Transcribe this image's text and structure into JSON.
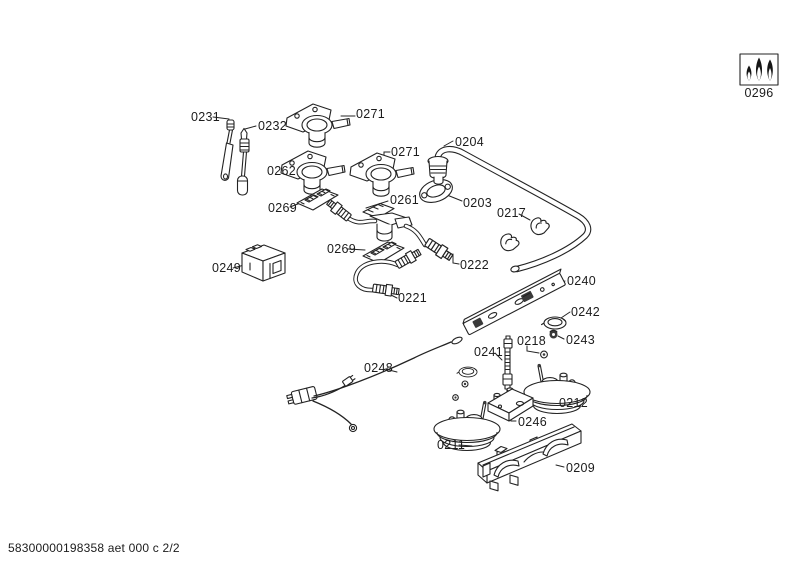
{
  "document": {
    "footer_text": "58300000198358 aet 000 c 2/2",
    "background_color": "#ffffff",
    "ink_color": "#1c1c1c"
  },
  "flame_badge": {
    "label": "0296",
    "icon": "gas-flames-icon"
  },
  "callouts": [
    {
      "part": "0231"
    },
    {
      "part": "0232"
    },
    {
      "part": "0271"
    },
    {
      "part": "0271"
    },
    {
      "part": "0204"
    },
    {
      "part": "0262"
    },
    {
      "part": "0261"
    },
    {
      "part": "0203"
    },
    {
      "part": "0269"
    },
    {
      "part": "0217"
    },
    {
      "part": "0269"
    },
    {
      "part": "0222"
    },
    {
      "part": "0249"
    },
    {
      "part": "0240"
    },
    {
      "part": "0221"
    },
    {
      "part": "0242"
    },
    {
      "part": "0243"
    },
    {
      "part": "0218"
    },
    {
      "part": "0241"
    },
    {
      "part": "0248"
    },
    {
      "part": "0212"
    },
    {
      "part": "0246"
    },
    {
      "part": "0211"
    },
    {
      "part": "0209"
    }
  ]
}
